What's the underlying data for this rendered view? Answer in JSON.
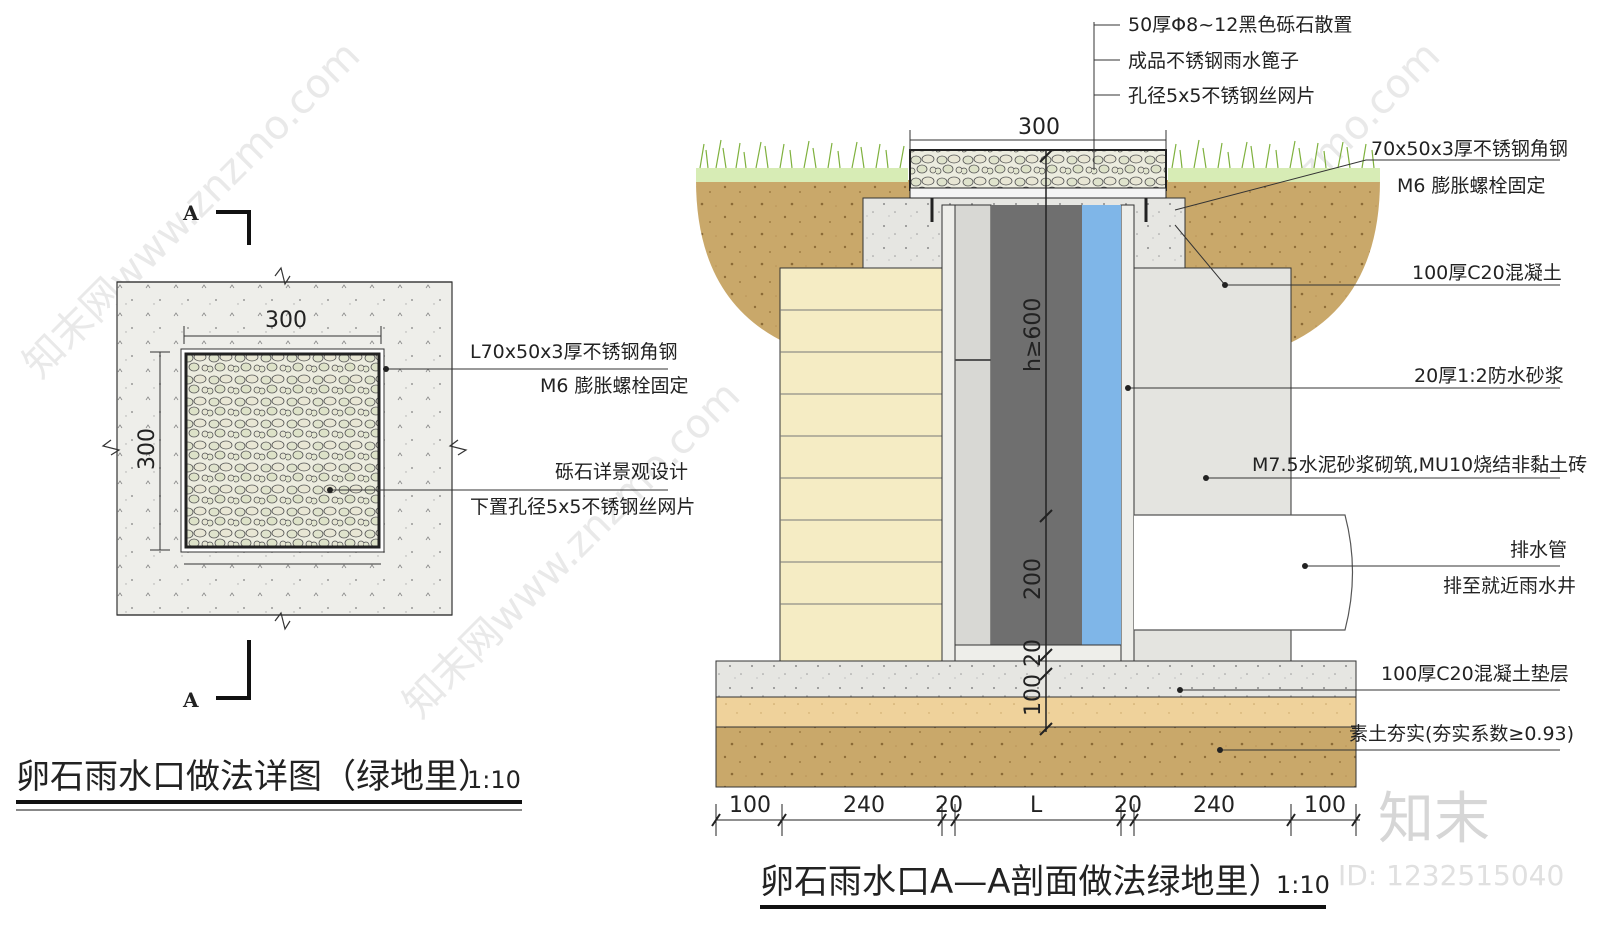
{
  "plan": {
    "section_mark": "A",
    "dim_top": "300",
    "dim_side": "300",
    "label_angle_1": "L70x50x3厚不锈钢角钢",
    "label_angle_2": "M6 膨胀螺栓固定",
    "label_stone_1": "砾石详景观设计",
    "label_stone_2": "下置孔径5x5不锈钢丝网片",
    "title": "卵石雨水口做法详图（绿地里）",
    "scale": "1:10"
  },
  "section": {
    "top_label_1": "50厚Φ8~12黑色砾石散置",
    "top_label_2": "成品不锈钢雨水篦子",
    "top_label_3": "孔径5x5不锈钢丝网片",
    "dim_top": "300",
    "label_angle_1": "70x50x3厚不锈钢角钢",
    "label_angle_2": "M6 膨胀螺栓固定",
    "label_concrete": "100厚C20混凝土",
    "label_mortar": "20厚1:2防水砂浆",
    "label_brick": "M7.5水泥砂浆砌筑,MU10烧结非黏土砖",
    "label_pipe_1": "排水管",
    "label_pipe_2": "排至就近雨水井",
    "label_base": "100厚C20混凝土垫层",
    "label_soil": "素土夯实(夯实系数≥0.93)",
    "dim_h": "h≥600",
    "dim_200": "200",
    "dim_20": "20",
    "dim_100": "100",
    "bottom_dims": [
      "100",
      "240",
      "20",
      "L",
      "20",
      "240",
      "100"
    ],
    "title": "卵石雨水口A—A剖面做法绿地里）",
    "scale": "1:10"
  },
  "watermark": {
    "text": "知末网www.znzmo.com",
    "logo": "知末",
    "id": "ID: 1232515040"
  },
  "colors": {
    "soil": "#c9a86a",
    "brick": "#f5ecc4",
    "concrete": "#e4e4e0",
    "pipe_dark": "#6f6f6f",
    "membrane": "#7fb6e8",
    "sand": "#efd29b",
    "grass": "#8fbf4f"
  }
}
